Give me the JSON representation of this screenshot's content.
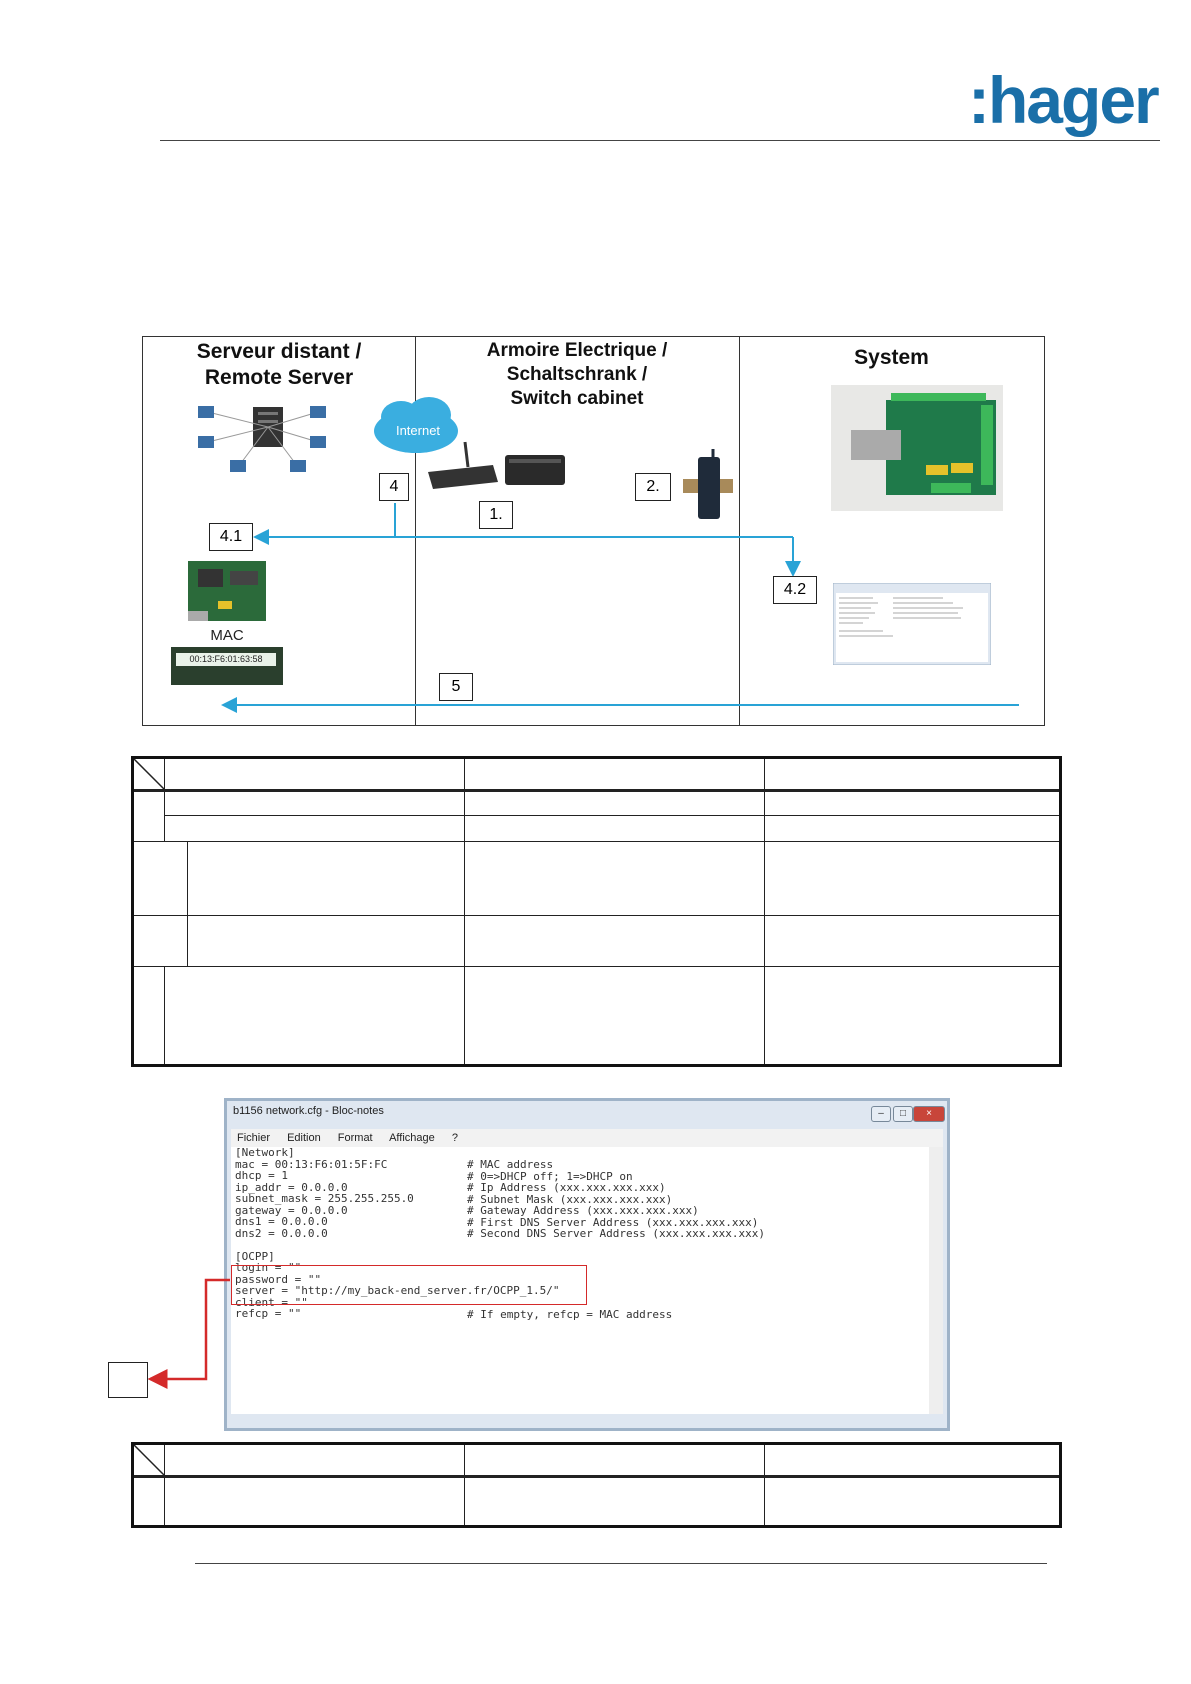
{
  "header": {
    "logo_text": ":hager"
  },
  "diagram": {
    "col1_title_line1": "Serveur  distant /",
    "col1_title_line2": "Remote Server",
    "col2_title_line1": "Armoire Electrique /",
    "col2_title_line2": "Schaltschrank  /",
    "col2_title_line3": "Switch cabinet",
    "col3_title": "System",
    "internet_label": "Internet",
    "mac_label": "MAC",
    "mac_value": "00:13:F6:01:63:58",
    "step_labels": {
      "s1": "1.",
      "s2": "2.",
      "s4": "4",
      "s41": "4.1",
      "s42": "4.2",
      "s5": "5"
    },
    "colors": {
      "arrow": "#29a3d6",
      "cloud": "#3aaee0"
    }
  },
  "notepad": {
    "title": "b1156 network.cfg - Bloc-notes",
    "menu": [
      "Fichier",
      "Edition",
      "Format",
      "Affichage",
      "?"
    ],
    "win_buttons": [
      "–",
      "□",
      "×"
    ],
    "left_lines": "[Network]\nmac = 00:13:F6:01:5F:FC\ndhcp = 1\nip_addr = 0.0.0.0\nsubnet_mask = 255.255.255.0\ngateway = 0.0.0.0\ndns1 = 0.0.0.0\ndns2 = 0.0.0.0\n\n[OCPP]\nlogin = \"\"\npassword = \"\"\nserver = \"http://my_back-end_server.fr/OCPP_1.5/\"\nclient = \"\"\nrefcp = \"\"",
    "right_lines": "# MAC address\n# 0=>DHCP off; 1=>DHCP on\n# Ip Address (xxx.xxx.xxx.xxx)\n# Subnet Mask (xxx.xxx.xxx.xxx)\n# Gateway Address (xxx.xxx.xxx.xxx)\n# First DNS Server Address (xxx.xxx.xxx.xxx)\n# Second DNS Server Address (xxx.xxx.xxx.xxx)\n\n\n\n\n\n\n# If empty, refcp = MAC address",
    "highlight_color": "#d42a2a"
  }
}
